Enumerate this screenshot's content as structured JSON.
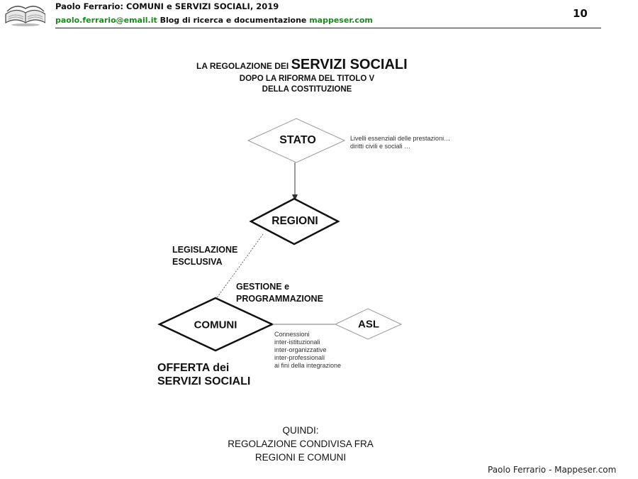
{
  "header": {
    "title": "Paolo Ferrario: COMUNI e SERVIZI SOCIALI, 2019",
    "email": "paolo.ferrario@email.it",
    "blog_text": "Blog di ricerca e documentazione",
    "site": "mappeser.com",
    "page_number": "10",
    "link_color": "#1a8a1a"
  },
  "title": {
    "prefix": "LA REGOLAZIONE DEI",
    "main": "SERVIZI SOCIALI",
    "line2": "DOPO LA RIFORMA DEL TITOLO V",
    "line3": "DELLA COSTITUZIONE"
  },
  "nodes": {
    "stato": "STATO",
    "regioni": "REGIONI",
    "comuni": "COMUNI",
    "asl": "ASL"
  },
  "notes": {
    "stato_line1": "Livelli essenziali delle prestazioni…",
    "stato_line2": "diritti civili e sociali …",
    "asl_line1": "Connessioni",
    "asl_line2": "inter-istituzionali",
    "asl_line3": "inter-organizzative",
    "asl_line4": "inter-professionali",
    "asl_line5": "ai fini della integrazione"
  },
  "labels": {
    "legislazione_1": "LEGISLAZIONE",
    "legislazione_2": "ESCLUSIVA",
    "gestione_1": "GESTIONE e",
    "gestione_2": "PROGRAMMAZIONE",
    "offerta_1": "OFFERTA dei",
    "offerta_2": "SERVIZI SOCIALI"
  },
  "conclusion": {
    "line1": "QUINDI:",
    "line2": "REGOLAZIONE CONDIVISA FRA",
    "line3": "REGIONI E COMUNI"
  },
  "footer": "Paolo Ferrario - Mappeser.com"
}
